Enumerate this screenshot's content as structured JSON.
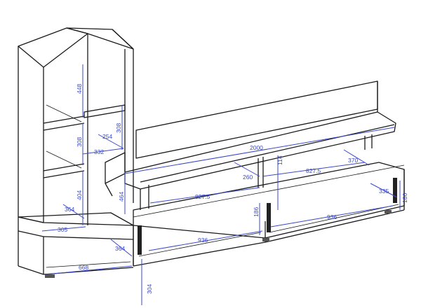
{
  "diagram": {
    "colors": {
      "line": "#1a1a1a",
      "dimension": "#3a48c8",
      "background": "#ffffff"
    },
    "dimensions": {
      "shelf_upper_height": "448",
      "shelf_mid_height": "308",
      "cabinet_door_height": "308",
      "shelf_depth_left": "254",
      "shelf_width_top": "332",
      "shelf_lower_height": "404",
      "base_depth_left": "364",
      "base_width_left": "305",
      "panel_height_side": "464",
      "cabinet_depth_lower": "364",
      "cabinet_width_lower": "668",
      "cabinet_height_foot": "304",
      "shelf_total_length": "2000",
      "depth_center_1": "260",
      "gap_height_center": "114",
      "section_width_left": "827.5",
      "section_width_right": "827.5",
      "depth_right_upper": "370",
      "depth_right_lower": "335",
      "height_right": "186",
      "drawer_height_mid": "186",
      "drawer_width_left": "936",
      "drawer_width_right": "936"
    }
  }
}
